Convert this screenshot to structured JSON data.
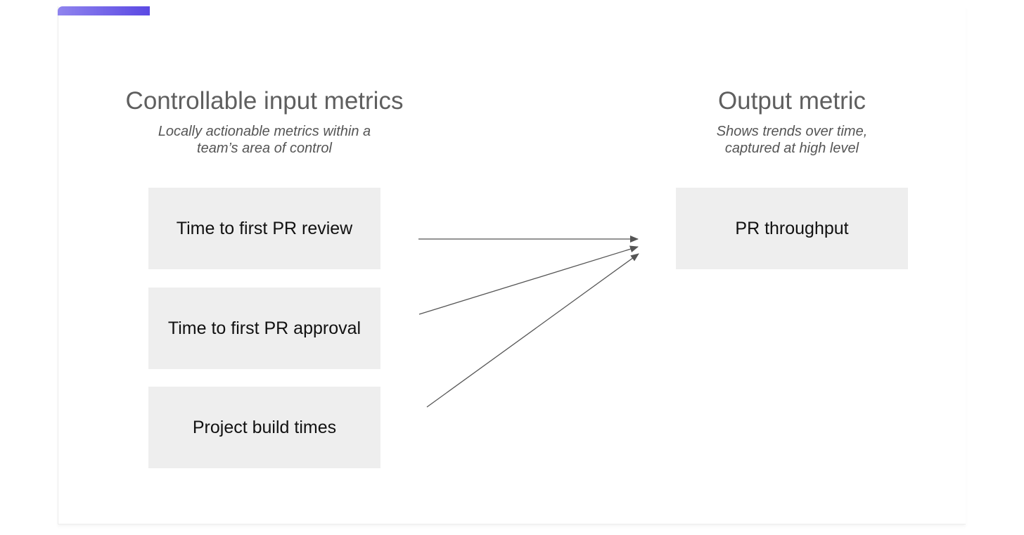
{
  "left_column": {
    "heading": "Controllable input metrics",
    "subheading_line1": "Locally actionable metrics within a",
    "subheading_line2": "team’s area of control",
    "boxes": [
      "Time to first PR review",
      "Time to first PR approval",
      "Project build times"
    ]
  },
  "right_column": {
    "heading": "Output metric",
    "subheading_line1": "Shows trends over time,",
    "subheading_line2": "captured at high level",
    "box": "PR throughput"
  },
  "colors": {
    "heading": "#5f5f5f",
    "box_fill": "#eeeeee",
    "arrow": "#555555",
    "accent_start": "#8f84ee",
    "accent_end": "#5b49e3"
  }
}
